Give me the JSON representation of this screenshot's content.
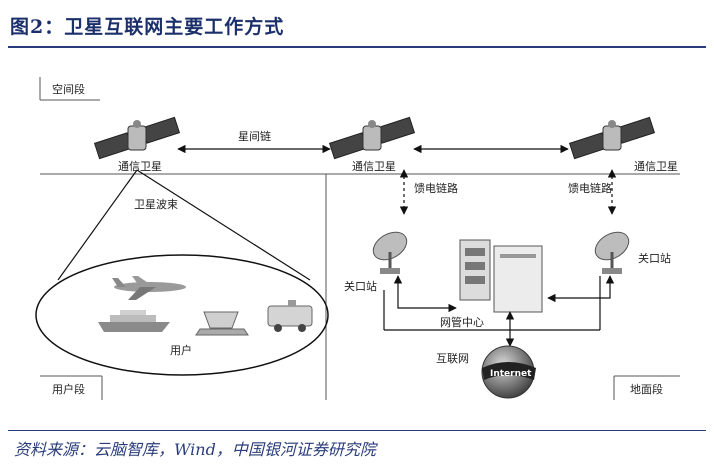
{
  "figure": {
    "title": "图2：卫星互联网主要工作方式",
    "source": "资料来源：云脑智库，Wind，中国银河证券研究院"
  },
  "diagram": {
    "segments": {
      "space": "空间段",
      "user": "用户段",
      "ground": "地面段"
    },
    "labels": {
      "sat_left": "通信卫星",
      "sat_mid": "通信卫星",
      "sat_right": "通信卫星",
      "isl": "星间链",
      "beam": "卫星波束",
      "users": "用户",
      "feeder_left": "馈电链路",
      "feeder_right": "馈电链路",
      "gateway_left": "关口站",
      "gateway_right": "关口站",
      "noc": "网管中心",
      "internet": "互联网",
      "internet_globe_text": "Internet"
    }
  }
}
